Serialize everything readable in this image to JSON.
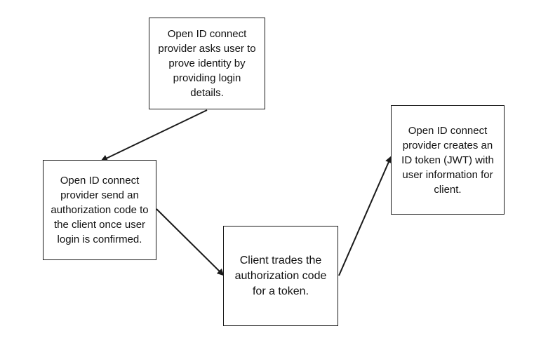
{
  "diagram": {
    "steps": [
      {
        "id": "provider-login",
        "text": "Open ID connect provider asks user to prove identity by providing login details."
      },
      {
        "id": "send-auth-code",
        "text": "Open ID connect provider send an authorization code to the client once user login is confirmed."
      },
      {
        "id": "trade-code",
        "text": "Client trades the authorization code for a token."
      },
      {
        "id": "create-id-token",
        "text": "Open ID connect provider creates an ID token (JWT) with user information for client."
      }
    ],
    "edges": [
      {
        "from": "provider-login",
        "to": "send-auth-code"
      },
      {
        "from": "send-auth-code",
        "to": "trade-code"
      },
      {
        "from": "trade-code",
        "to": "create-id-token"
      }
    ],
    "colors": {
      "stroke": "#1a1a1a",
      "text": "#111111",
      "background": "#ffffff"
    }
  }
}
